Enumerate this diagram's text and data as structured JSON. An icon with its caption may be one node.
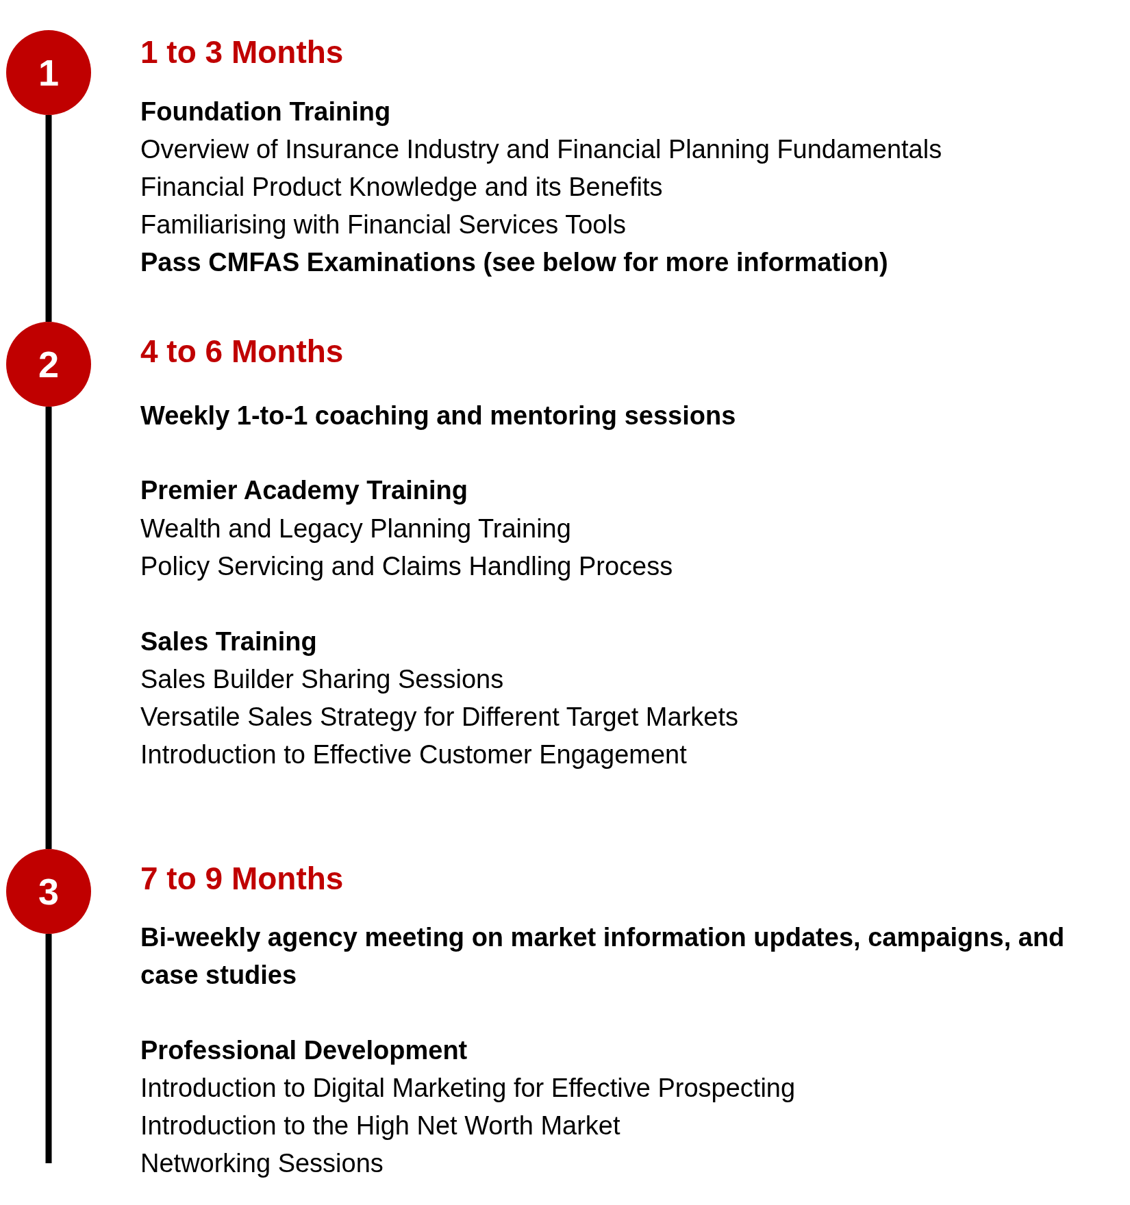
{
  "diagram": {
    "nodes": [
      {
        "text": [
          "1"
        ],
        "beside": [
          "1 to 3 Months",
          "Foundation Training",
          "Overview of Insurance Industry and Financial Planning Fundamentals",
          "Financial Product Knowledge and its Benefits",
          "Familiarising with Financial Services Tools",
          "Pass CMFAS Examinations (see below for more information)"
        ]
      },
      {
        "text": [
          "2"
        ],
        "beside": [
          "4 to 6 Months",
          "Weekly 1-to-1 coaching and mentoring sessions",
          "Premier Academy Training",
          "Wealth and Legacy Planning Training",
          "Policy Servicing and Claims Handling Process",
          "Sales Training",
          "Sales Builder Sharing Sessions",
          "Versatile Sales Strategy for Different Target Markets",
          "Introduction to Effective Customer Engagement"
        ]
      },
      {
        "text": [
          "3"
        ],
        "beside": [
          "7 to 9 Months",
          "Bi-weekly agency meeting on market information updates, campaigns, and case studies",
          "Professional Development",
          "Introduction to Digital Marketing for Effective Prospecting",
          "Introduction to the High Net Worth Market",
          "Networking Sessions"
        ]
      }
    ],
    "edges": [
      {
        "from": 0,
        "to": 1,
        "arrow": "none"
      },
      {
        "from": 1,
        "to": 2,
        "arrow": "none"
      },
      {
        "from": 2,
        "to": null,
        "arrow": "none"
      }
    ]
  }
}
